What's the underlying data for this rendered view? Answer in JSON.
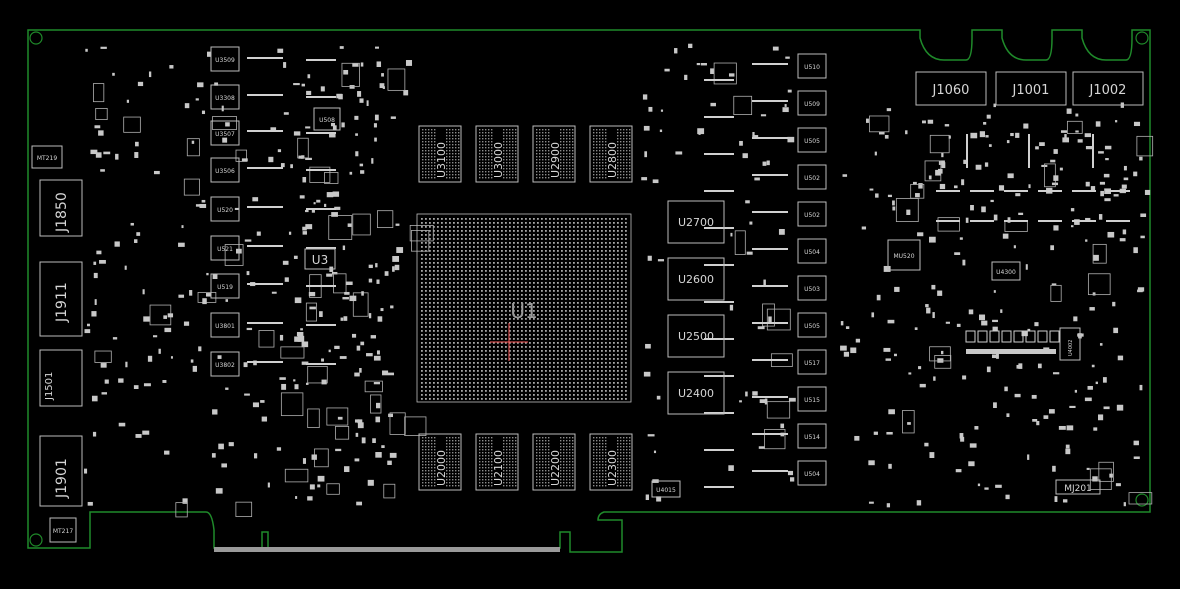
{
  "theme": {
    "background": "#000000",
    "outline": "#1f8a2a",
    "silk": "#d6d6d6",
    "pad": "#bdbdbd",
    "cross": "#ff5a5a"
  },
  "main_chip": "U1",
  "memory_top": [
    "U3100",
    "U3000",
    "U2900",
    "U2800"
  ],
  "memory_bottom": [
    "U2000",
    "U2100",
    "U2200",
    "U2300"
  ],
  "memory_right": [
    "U2700",
    "U2600",
    "U2500",
    "U2400"
  ],
  "connectors_top": [
    "J1060",
    "J1001",
    "J1002"
  ],
  "connectors_left": [
    "J1850",
    "J1911",
    "J1901"
  ],
  "left_misc": [
    "J1501",
    "MT219",
    "MT217",
    "U3"
  ],
  "regulators_left": [
    "U3509",
    "U3308",
    "U3507",
    "U3506",
    "U520",
    "U521",
    "U519",
    "U3801",
    "U3802"
  ],
  "regulators_right": [
    "U510",
    "U509",
    "U505",
    "U502",
    "U502",
    "U504",
    "U503",
    "U505",
    "U517",
    "U515",
    "U514",
    "U504"
  ],
  "misc_labels": [
    "U508",
    "U4015",
    "U4300",
    "MU520",
    "MJ201",
    "U4002"
  ]
}
